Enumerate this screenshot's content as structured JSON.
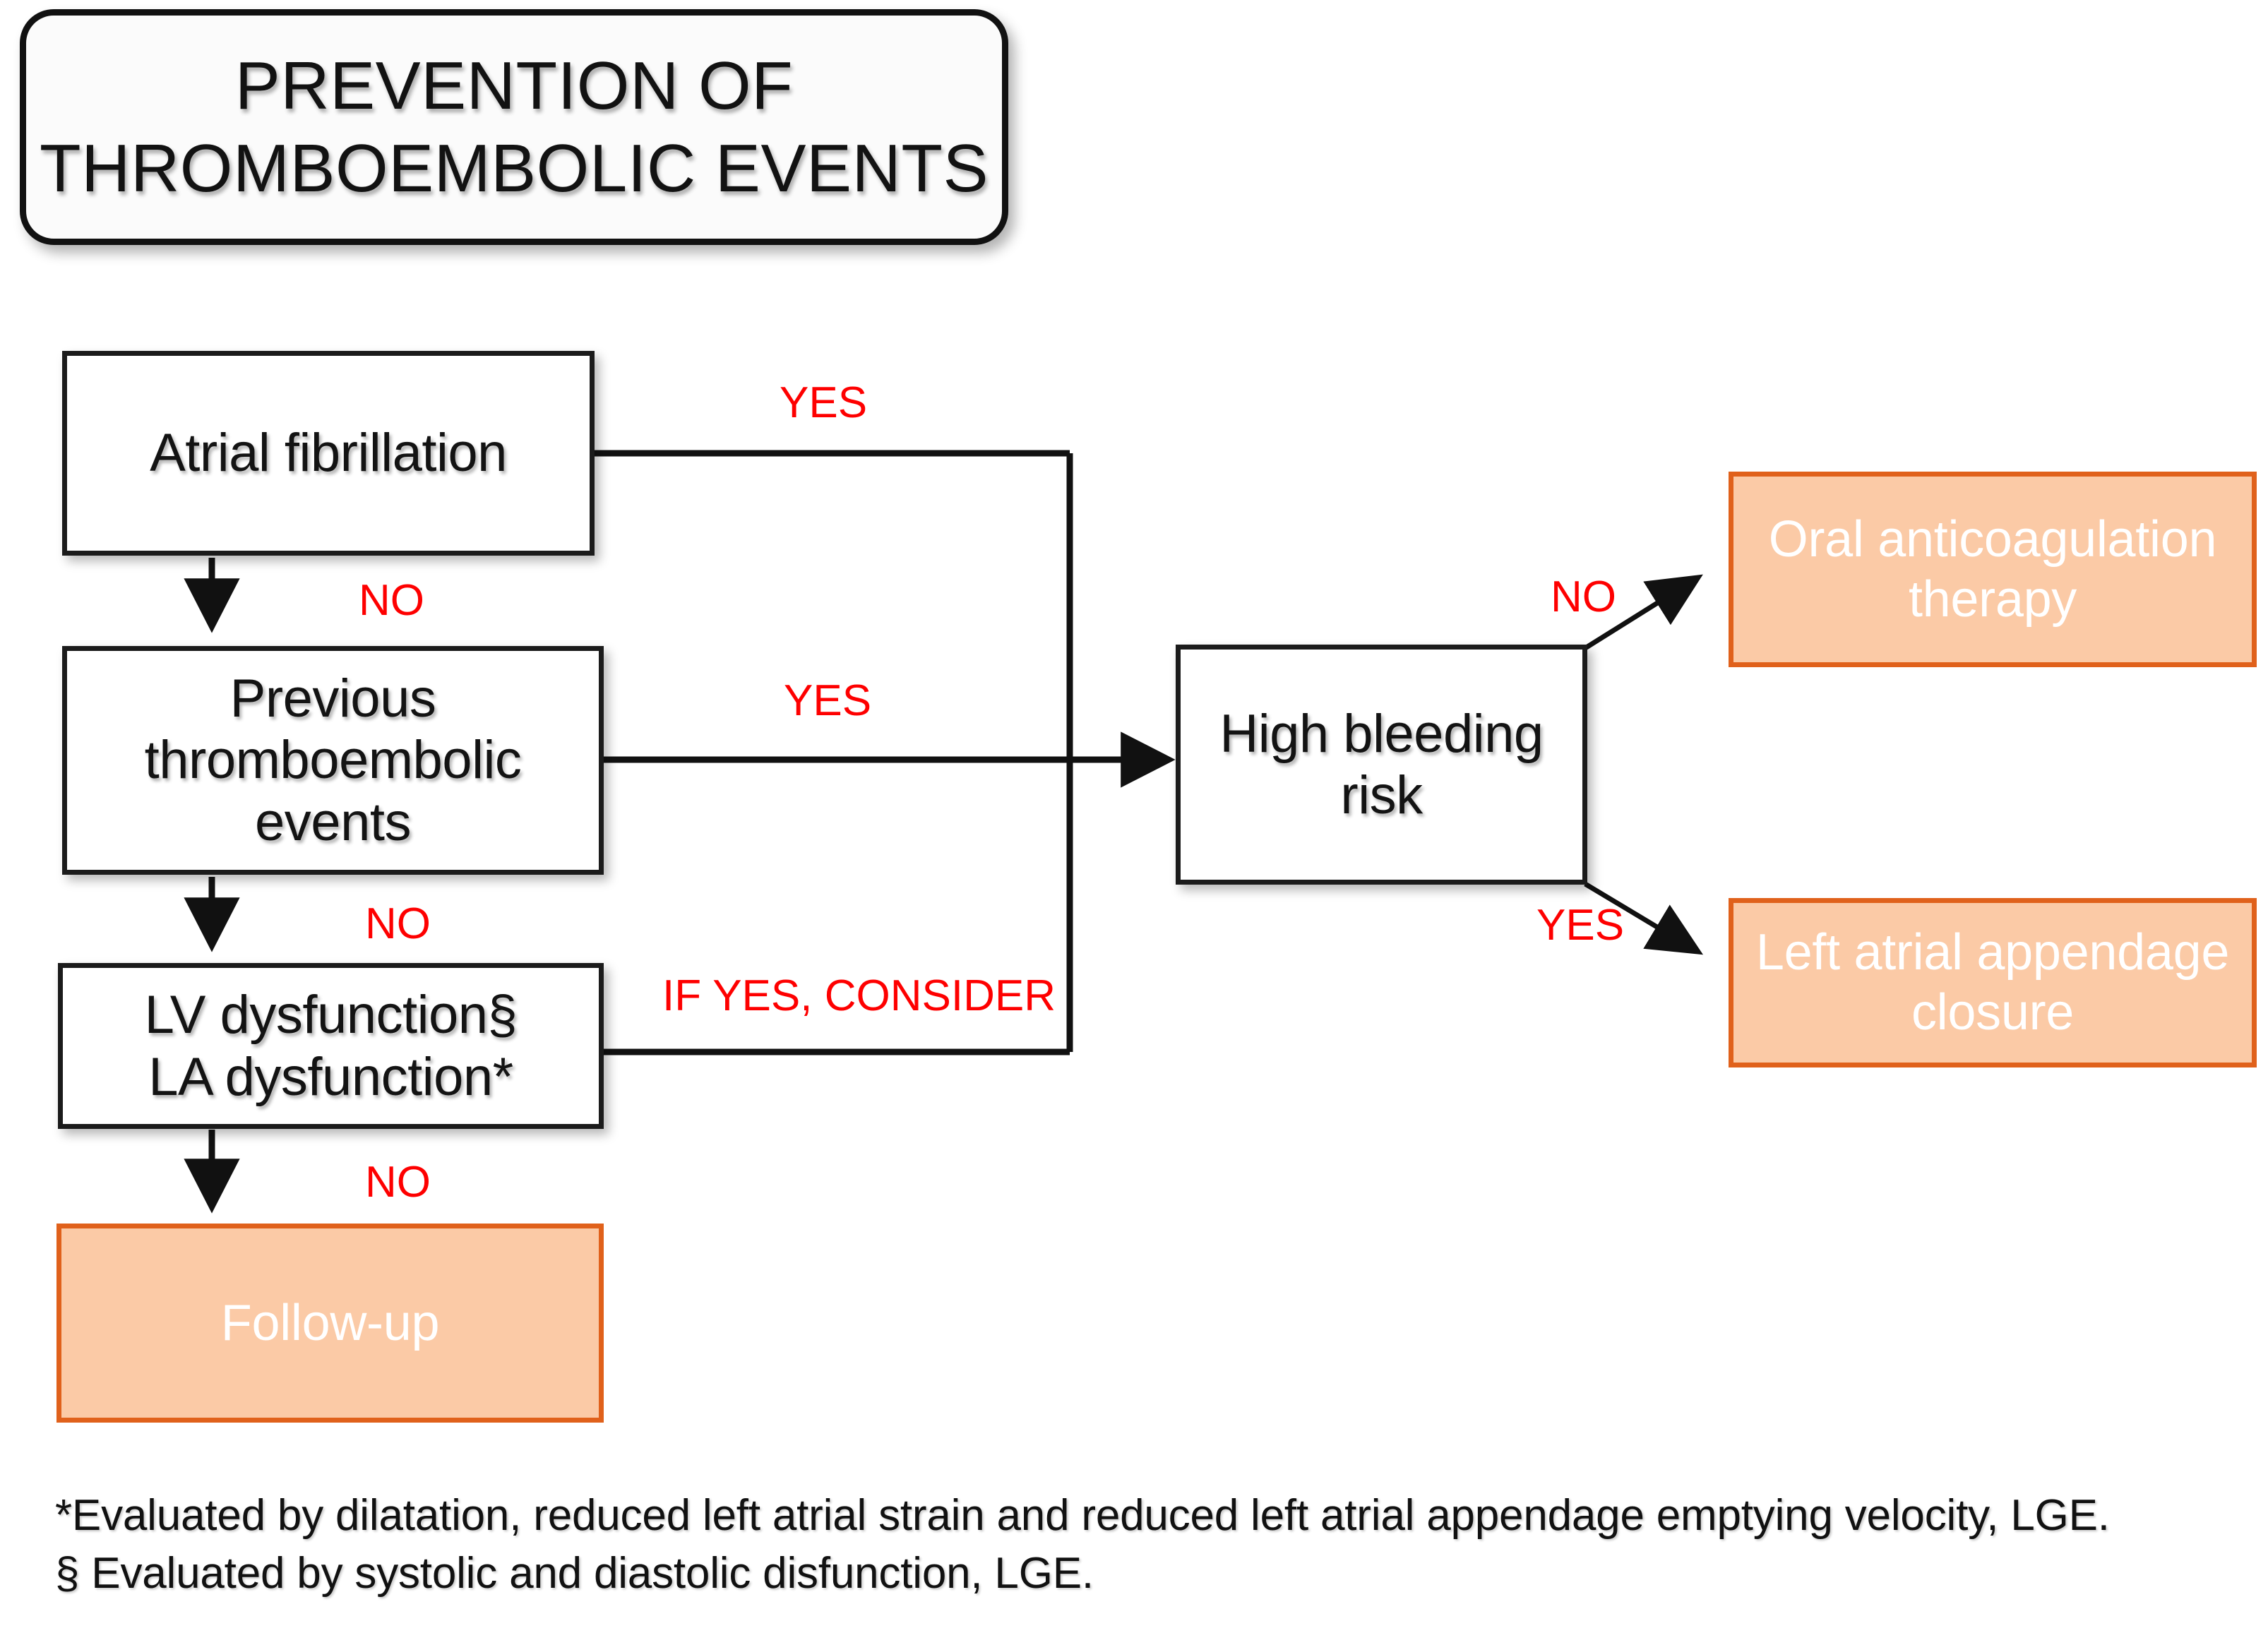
{
  "title": {
    "text": "PREVENTION OF\nTHROMBOEMBOLIC EVENTS"
  },
  "colors": {
    "decision_border": "#1b1b1b",
    "decision_fill": "#ffffff",
    "outcome_border": "#e0611b",
    "outcome_fill": "#fbcaa6",
    "outcome_text": "#ffffff",
    "edge_label": "#fe0000",
    "connector": "#111111"
  },
  "nodes": {
    "atrial_fibrillation": "Atrial fibrillation",
    "previous_thromboembolic_events": "Previous\nthromboembolic\nevents",
    "lv_la_dysfunction": "LV dysfunction§\nLA dysfunction*",
    "follow_up": "Follow-up",
    "high_bleeding_risk": "High bleeding\nrisk",
    "oral_anticoagulation_therapy": "Oral anticoagulation\ntherapy",
    "left_atrial_appendage_closure": "Left atrial appendage\nclosure"
  },
  "edge_labels": {
    "af_yes": "YES",
    "af_no": "NO",
    "pte_yes": "YES",
    "pte_no": "NO",
    "dys_if_yes_consider": "IF YES, CONSIDER",
    "dys_no": "NO",
    "bleed_no": "NO",
    "bleed_yes": "YES"
  },
  "footnotes": {
    "line1": "*Evaluated by dilatation, reduced left atrial strain and reduced left atrial appendage emptying velocity, LGE.",
    "line2": "§ Evaluated by systolic and diastolic disfunction, LGE."
  },
  "chart_data": {
    "type": "flowchart",
    "title": "PREVENTION OF THROMBOEMBOLIC EVENTS",
    "orientation": "left-to-right decision cascade",
    "decision_nodes": [
      "Atrial fibrillation",
      "Previous thromboembolic events",
      "LV dysfunction§ / LA dysfunction*",
      "High bleeding risk"
    ],
    "outcome_nodes": [
      "Follow-up",
      "Oral anticoagulation therapy",
      "Left atrial appendage closure"
    ],
    "edges": [
      {
        "from": "Atrial fibrillation",
        "to": "High bleeding risk",
        "label": "YES"
      },
      {
        "from": "Atrial fibrillation",
        "to": "Previous thromboembolic events",
        "label": "NO"
      },
      {
        "from": "Previous thromboembolic events",
        "to": "High bleeding risk",
        "label": "YES"
      },
      {
        "from": "Previous thromboembolic events",
        "to": "LV dysfunction§ / LA dysfunction*",
        "label": "NO"
      },
      {
        "from": "LV dysfunction§ / LA dysfunction*",
        "to": "High bleeding risk",
        "label": "IF YES, CONSIDER"
      },
      {
        "from": "LV dysfunction§ / LA dysfunction*",
        "to": "Follow-up",
        "label": "NO"
      },
      {
        "from": "High bleeding risk",
        "to": "Oral anticoagulation therapy",
        "label": "NO"
      },
      {
        "from": "High bleeding risk",
        "to": "Left atrial appendage closure",
        "label": "YES"
      }
    ]
  }
}
